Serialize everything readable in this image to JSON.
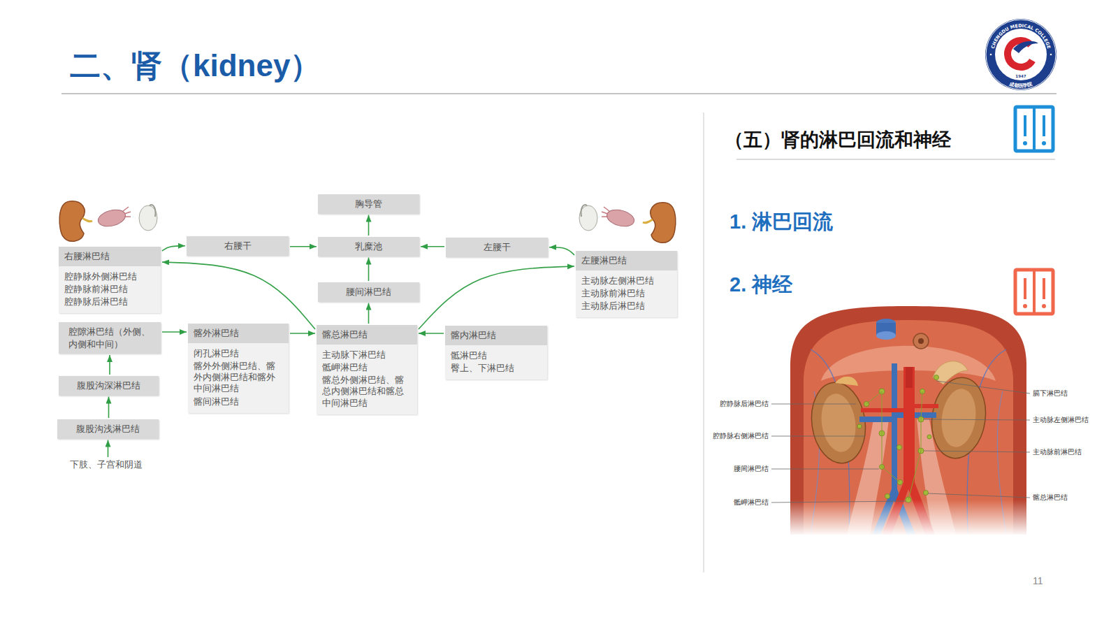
{
  "diagram": {
    "title": "二、肾（kidney）",
    "nodes": [
      {
        "text": [
          "胸导管"
        ]
      },
      {
        "text": [
          "右腰淋巴结",
          "腔静脉外侧淋巴结",
          "腔静脉前淋巴结",
          "腔静脉后淋巴结"
        ]
      },
      {
        "text": [
          "右腰干"
        ]
      },
      {
        "text": [
          "乳糜池"
        ]
      },
      {
        "text": [
          "左腰干"
        ]
      },
      {
        "text": [
          "左腰淋巴结",
          "主动脉左侧淋巴结",
          "主动脉前淋巴结",
          "主动脉后淋巴结"
        ]
      },
      {
        "text": [
          "腰间淋巴结"
        ]
      },
      {
        "text": [
          "腔隙淋巴结（外侧、内侧和中间）"
        ]
      },
      {
        "text": [
          "髂外淋巴结",
          "闭孔淋巴结",
          "髂外外侧淋巴结、髂外内侧淋巴结和髂外中间淋巴结",
          "髂间淋巴结"
        ]
      },
      {
        "text": [
          "髂总淋巴结",
          "主动脉下淋巴结",
          "骶岬淋巴结",
          "髂总外侧淋巴结、髂总内侧淋巴结和髂总中间淋巴结"
        ]
      },
      {
        "text": [
          "髂内淋巴结",
          "骶淋巴结",
          "臀上、下淋巴结"
        ]
      },
      {
        "text": [
          "腹股沟深淋巴结"
        ]
      },
      {
        "text": [
          "腹股沟浅淋巴结"
        ]
      },
      {
        "text": [
          "下肢、子宫和阴道"
        ]
      }
    ],
    "edges": [
      {
        "from": 1,
        "to": 2,
        "arrow": "to"
      },
      {
        "from": 2,
        "to": 3,
        "arrow": "to"
      },
      {
        "from": 4,
        "to": 3,
        "arrow": "to"
      },
      {
        "from": 5,
        "to": 4,
        "arrow": "to"
      },
      {
        "from": 3,
        "to": 0,
        "arrow": "to"
      },
      {
        "from": 6,
        "to": 3,
        "arrow": "to"
      },
      {
        "from": 9,
        "to": 6,
        "arrow": "to"
      },
      {
        "from": 9,
        "to": 1,
        "arrow": "to"
      },
      {
        "from": 9,
        "to": 5,
        "arrow": "to"
      },
      {
        "from": 7,
        "to": 8,
        "arrow": "to"
      },
      {
        "from": 8,
        "to": 9,
        "arrow": "to"
      },
      {
        "from": 10,
        "to": 9,
        "arrow": "to"
      },
      {
        "from": 11,
        "to": 7,
        "arrow": "to"
      },
      {
        "from": 12,
        "to": 11,
        "arrow": "to"
      },
      {
        "from": 13,
        "to": 12,
        "arrow": "to"
      }
    ],
    "labels": [
      "CHENGDU MEDICAL COLLEGE",
      "成都医学院",
      "1947",
      "（五）肾的淋巴回流和神经",
      "1. 淋巴回流",
      "2. 神经",
      "腔静脉后淋巴结",
      "膈下淋巴结",
      "腔静脉右侧淋巴结",
      "主动脉左侧淋巴结",
      "主动脉前淋巴结",
      "腰间淋巴结",
      "髂总淋巴结",
      "骶岬淋巴结",
      "11"
    ]
  }
}
